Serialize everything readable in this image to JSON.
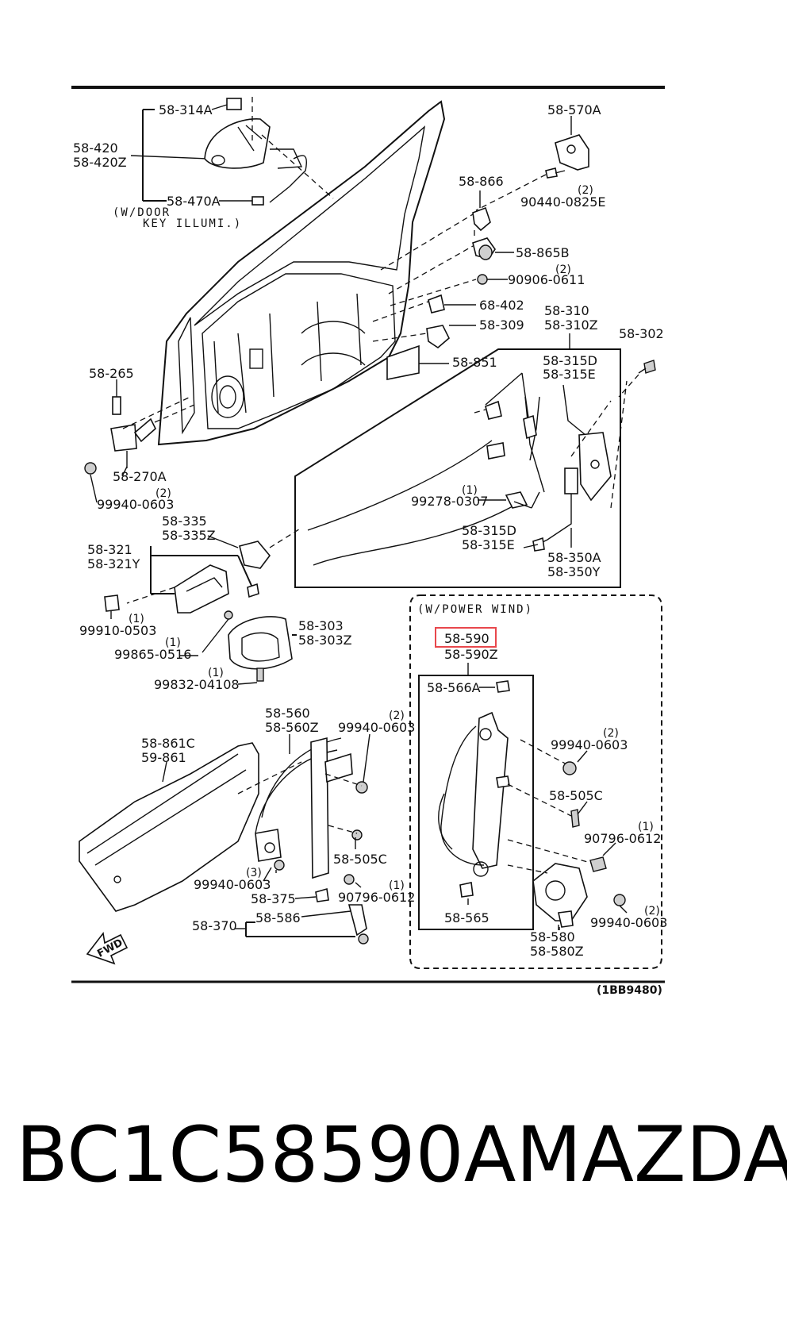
{
  "labels": {
    "p58_314A": "58-314A",
    "p58_420": "58-420",
    "p58_420Z": "58-420Z",
    "p58_470A": "58-470A",
    "note_door_1": "(W/DOOR",
    "note_door_2": "KEY ILLUMI.)",
    "p58_570A": "58-570A",
    "p90440": "90440-0825E",
    "p58_866": "58-866",
    "p58_865B": "58-865B",
    "p90906": "90906-0611",
    "p68_402": "68-402",
    "p58_309": "58-309",
    "p58_310": "58-310",
    "p58_310Z": "58-310Z",
    "p58_302": "58-302",
    "p58_851": "58-851",
    "p58_315D_a": "58-315D",
    "p58_315E_a": "58-315E",
    "p58_265": "58-265",
    "p58_270A": "58-270A",
    "p99940_a": "99940-0603",
    "p99278": "99278-0307",
    "p58_315D_b": "58-315D",
    "p58_315E_b": "58-315E",
    "p58_350A": "58-350A",
    "p58_350Y": "58-350Y",
    "p58_335": "58-335",
    "p58_335Z": "58-335Z",
    "p58_321": "58-321",
    "p58_321Y": "58-321Y",
    "p99910": "99910-0503",
    "p99865": "99865-0516",
    "p58_303": "58-303",
    "p58_303Z": "58-303Z",
    "p99832": "99832-04108",
    "note_power": "(W/POWER WIND)",
    "p58_590": "58-590",
    "p58_590Z": "58-590Z",
    "p58_566A": "58-566A",
    "p99940_b": "99940-0603",
    "p58_505C_a": "58-505C",
    "p90796_a": "90796-0612",
    "p58_565": "58-565",
    "p58_580": "58-580",
    "p58_580Z": "58-580Z",
    "p99940_c": "99940-0603",
    "p58_861C": "58-861C",
    "p59_861": "59-861",
    "p58_560": "58-560",
    "p58_560Z": "58-560Z",
    "p99940_d": "99940-0603",
    "p58_505C_b": "58-505C",
    "p99940_e": "99940-0603",
    "p58_375": "58-375",
    "p90796_b": "90796-0612",
    "p58_370": "58-370",
    "p58_586": "58-586",
    "fwd": "FWD",
    "ref_code": "(1BB9480)"
  },
  "quantities": {
    "q_90440": "(2)",
    "q_90906": "(2)",
    "q_99940_a": "(2)",
    "q_99278": "(1)",
    "q_99910": "(1)",
    "q_99865": "(1)",
    "q_99832": "(1)",
    "q_99940_b": "(2)",
    "q_90796_a": "(1)",
    "q_99940_c": "(2)",
    "q_99940_d": "(2)",
    "q_99940_e": "(3)",
    "q_90796_b": "(1)"
  },
  "highlight": {
    "part": "58-590",
    "color": "#e8474c"
  },
  "footer": {
    "part_number": "BC1C58590A",
    "brand": "MAZDA"
  }
}
